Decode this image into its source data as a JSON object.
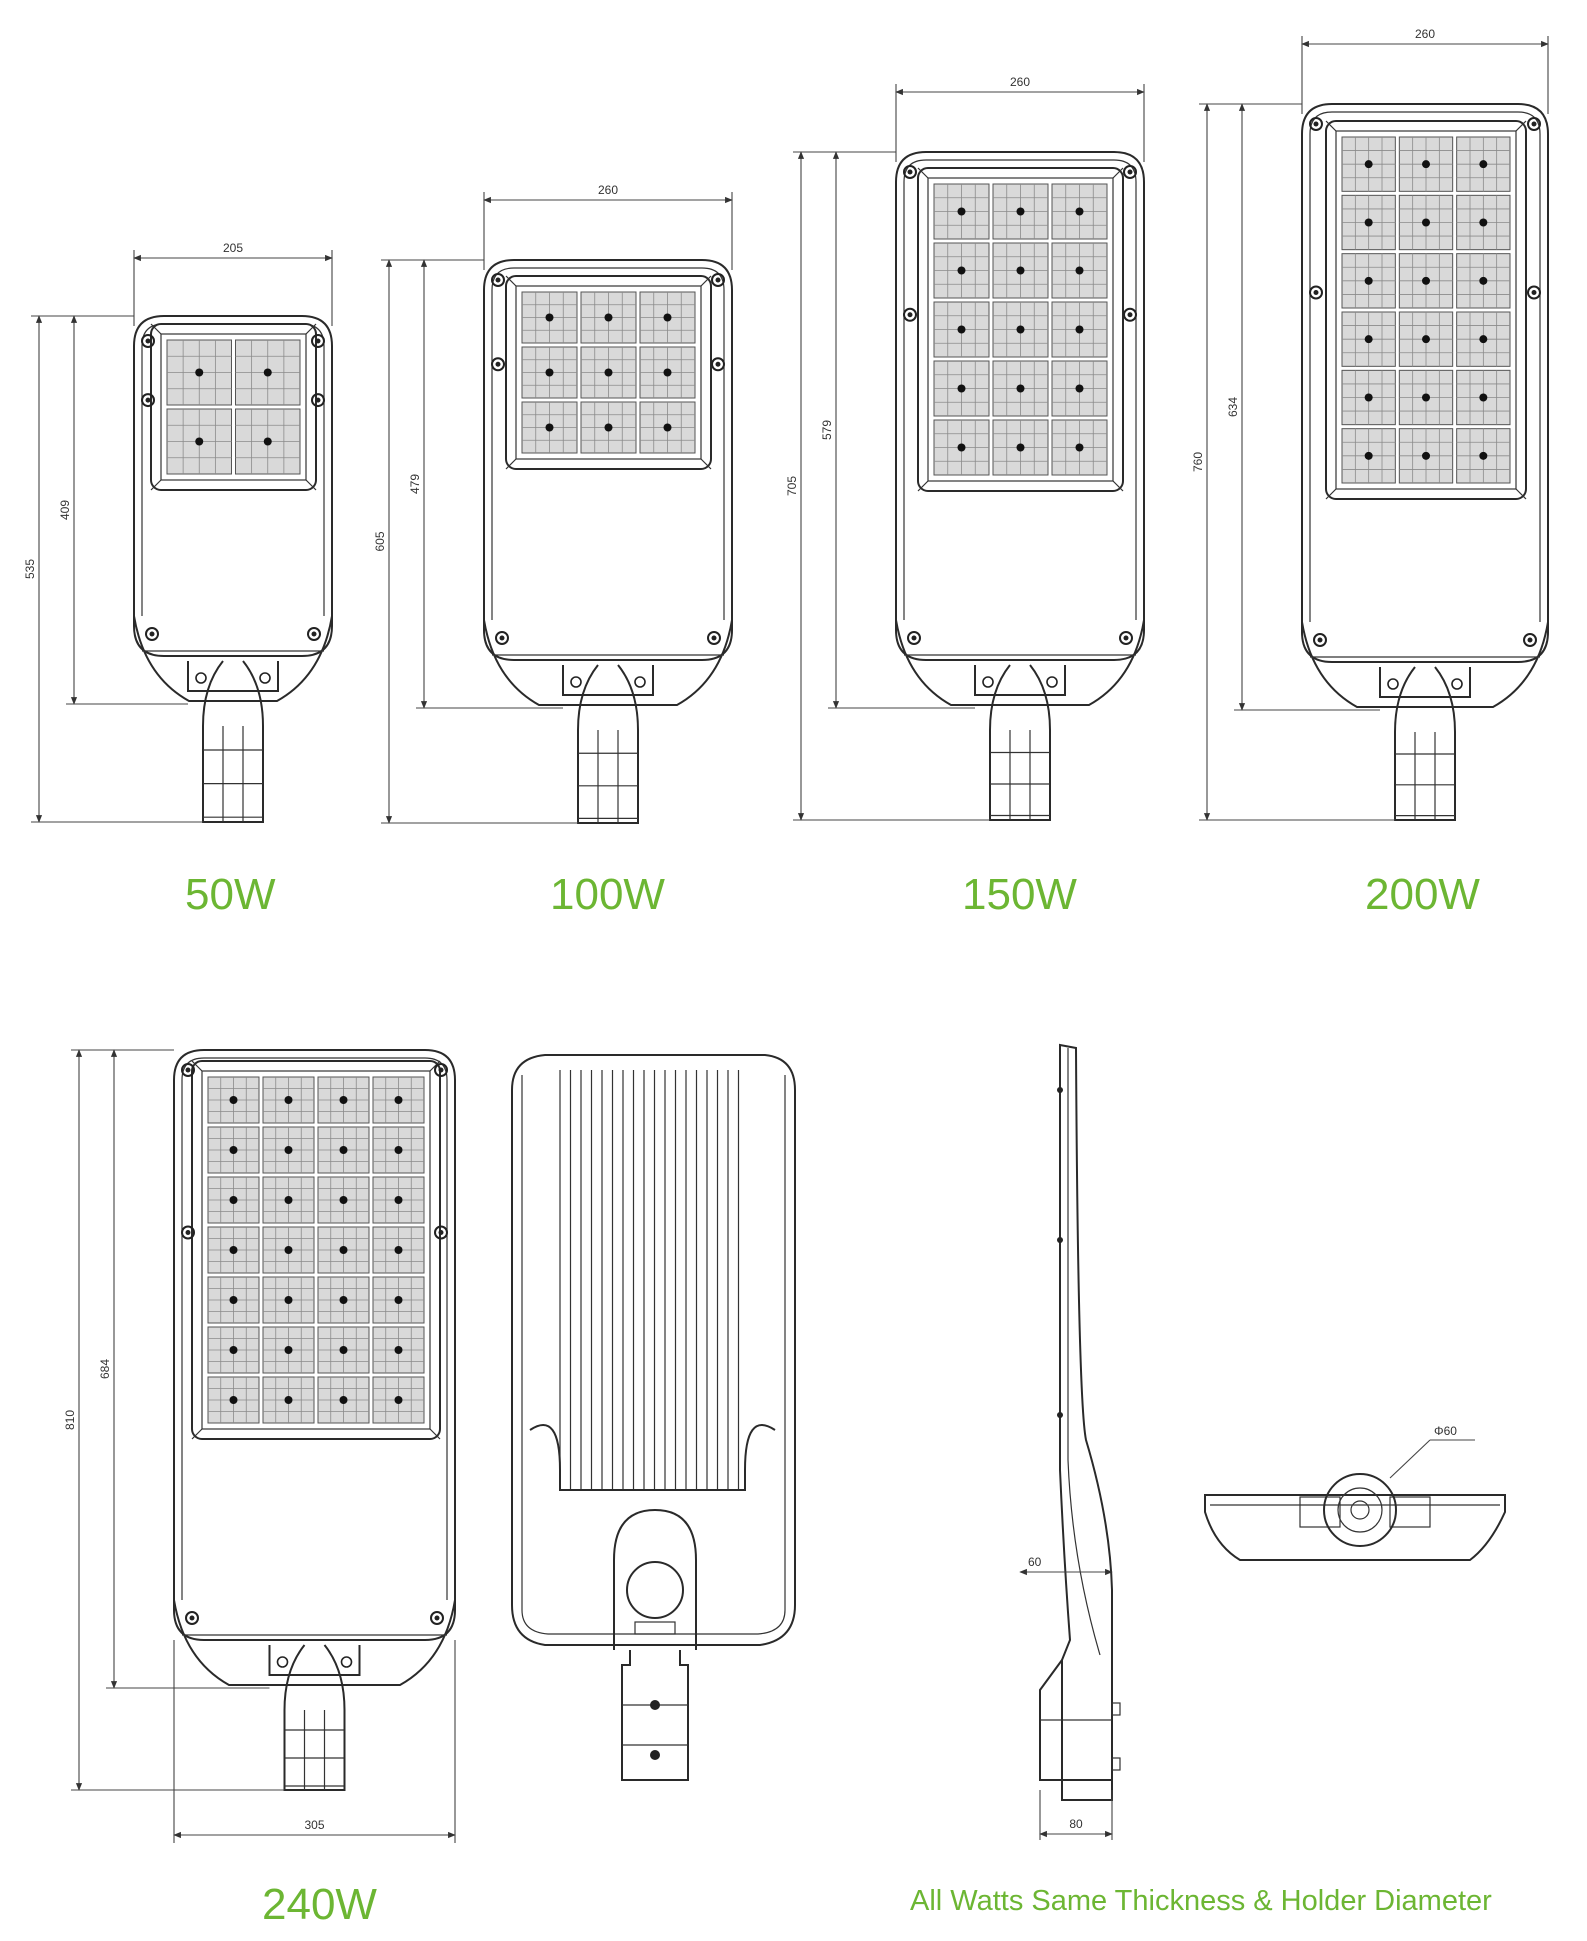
{
  "colors": {
    "accent": "#6cb633",
    "line": "#2a2a2a"
  },
  "models": [
    {
      "label": "50W",
      "width": "205",
      "total_height": "535",
      "body_height": "409"
    },
    {
      "label": "100W",
      "width": "260",
      "total_height": "605",
      "body_height": "479"
    },
    {
      "label": "150W",
      "width": "260",
      "total_height": "705",
      "body_height": "579"
    },
    {
      "label": "200W",
      "width": "260",
      "total_height": "760",
      "body_height": "634"
    },
    {
      "label": "240W",
      "width": "305",
      "total_height": "810",
      "body_height": "684"
    }
  ],
  "side_view": {
    "thickness": "60",
    "bracket": "80",
    "holder_diameter": "Φ60"
  },
  "note": "All Watts Same Thickness & Holder Diameter"
}
